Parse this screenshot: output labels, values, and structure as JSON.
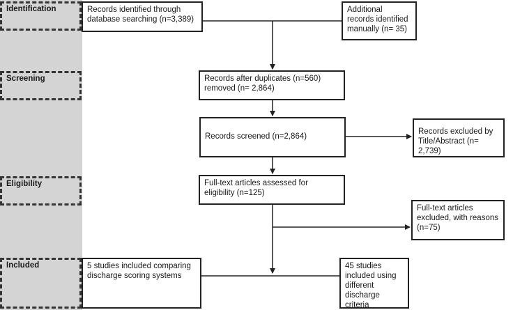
{
  "stages": {
    "identification": "Identification",
    "screening": "Screening",
    "eligibility": "Eligibility",
    "included": "Included"
  },
  "boxes": {
    "database": "Records identified through database searching (n=3,389)",
    "additional": "Additional records identified manually (n= 35)",
    "after_duplicates": "Records after duplicates (n=560) removed (n= 2,864)",
    "screened": "Records screened (n=2,864)",
    "excluded_title": "Records excluded by Title/Abstract (n= 2,739)",
    "fulltext_assessed": "Full-text articles assessed for eligibility (n=125)",
    "fulltext_excluded": "Full-text articles excluded, with reasons (n=75)",
    "scoring_systems": "5 studies included comparing discharge scoring systems",
    "different_criteria": "45 studies included using different discharge criteria"
  }
}
